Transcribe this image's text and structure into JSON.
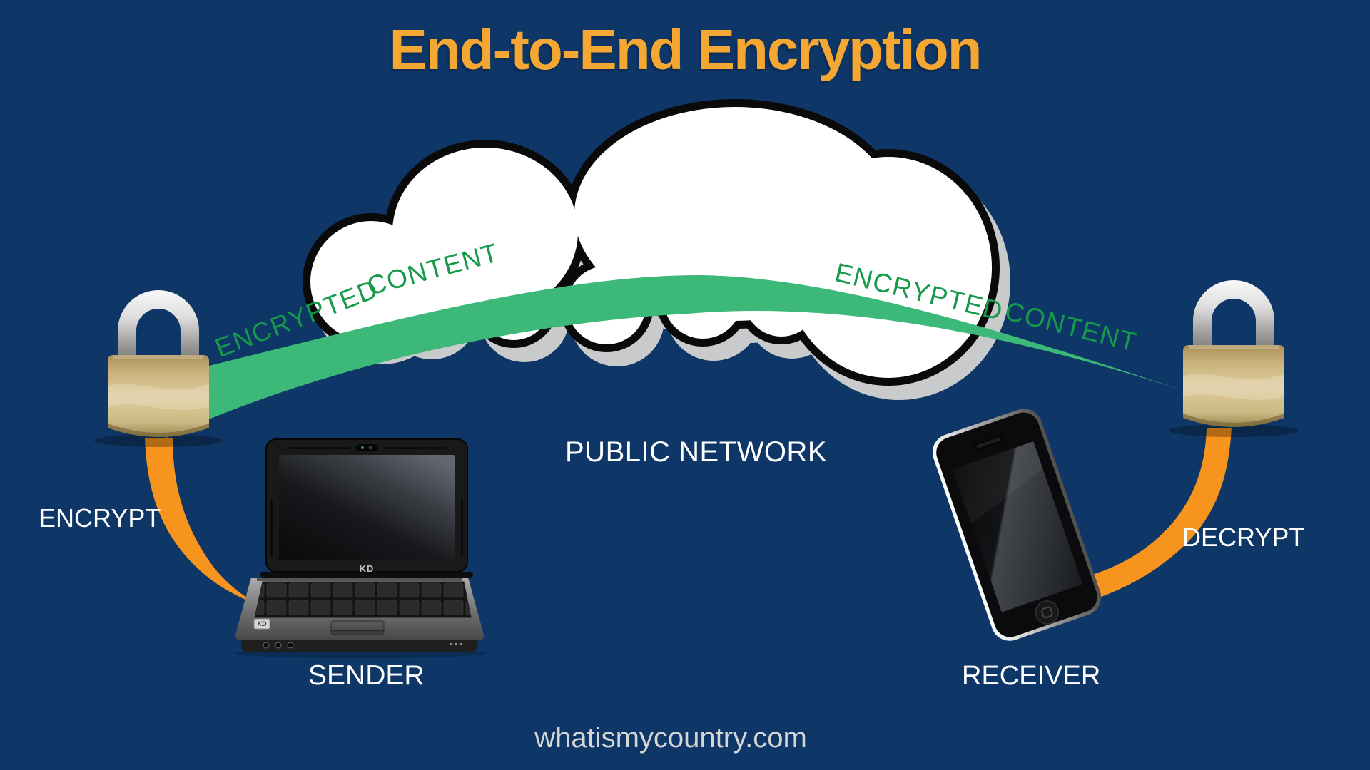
{
  "title": "End-to-End Encryption",
  "ribbon": {
    "left": {
      "word1": "ENCRYPTED",
      "word2": "CONTENT"
    },
    "right": {
      "word1": "ENCRYPTED",
      "word2": "CONTENT"
    }
  },
  "cloud": {
    "label": "PUBLIC NETWORK"
  },
  "sender": {
    "label": "SENDER",
    "action": "ENCRYPT",
    "device": "laptop",
    "brand": "KD",
    "badge": "KD"
  },
  "receiver": {
    "label": "RECEIVER",
    "action": "DECRYPT",
    "device": "smartphone"
  },
  "watermark": "whatismycountry.com",
  "colors": {
    "background": "#0E3666",
    "title": "#F4A733",
    "ribbon": "#3CB878",
    "ribbon_text": "#159A4C",
    "arrow": "#F7941D",
    "cloud_fill": "#FFFFFF",
    "cloud_outline": "#0A0A0A",
    "cloud_shadow": "#C9CACC",
    "label_text": "#FFFFFF",
    "watermark_text": "#D6D6D6",
    "lock_body": "#C6B078",
    "lock_shackle": "#D9D9D9"
  }
}
